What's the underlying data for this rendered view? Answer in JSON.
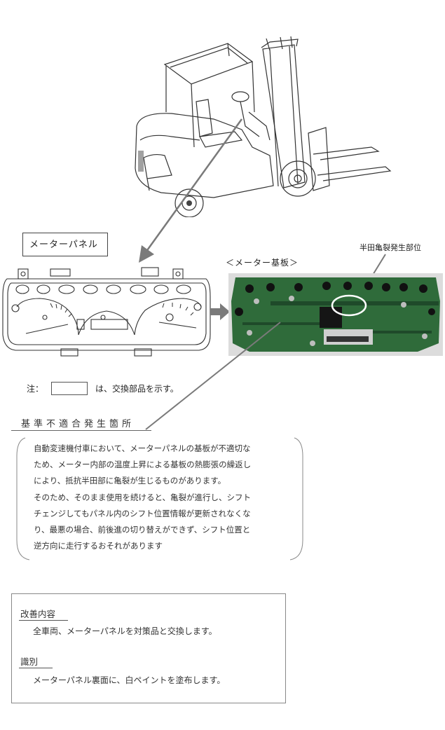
{
  "meter_panel_label": "メーターパネル",
  "meter_board_label": "＜メーター基板＞",
  "crack_location_label": "半田亀裂発生部位",
  "note": {
    "prefix": "注：",
    "text": "は、交換部品を示す。"
  },
  "nonconformance": {
    "title": "基準不適合発生箇所",
    "lines": [
      "自動変速機付車において、メーターパネルの基板が不適切な",
      "ため、メーター内部の温度上昇による基板の熱膨張の繰返し",
      "により、抵抗半田部に亀裂が生じるものがあります。",
      "そのため、そのまま使用を続けると、亀裂が進行し、シフト",
      "チェンジしてもパネル内のシフト位置情報が更新されなくな",
      "り、最悪の場合、前後進の切り替えができず、シフト位置と",
      "逆方向に走行するおそれがあります"
    ]
  },
  "improvement": {
    "title": "改善内容",
    "text": "全車両、メーターパネルを対策品と交換します。"
  },
  "identification": {
    "title": "識別",
    "text": "メーターパネル裏面に、白ペイントを塗布します。"
  },
  "colors": {
    "pcb_green": "#2f6b3a",
    "pcb_dark": "#1f4a2a",
    "arrow_gray": "#7a7a7a",
    "crack_circle": "#ffffff"
  }
}
